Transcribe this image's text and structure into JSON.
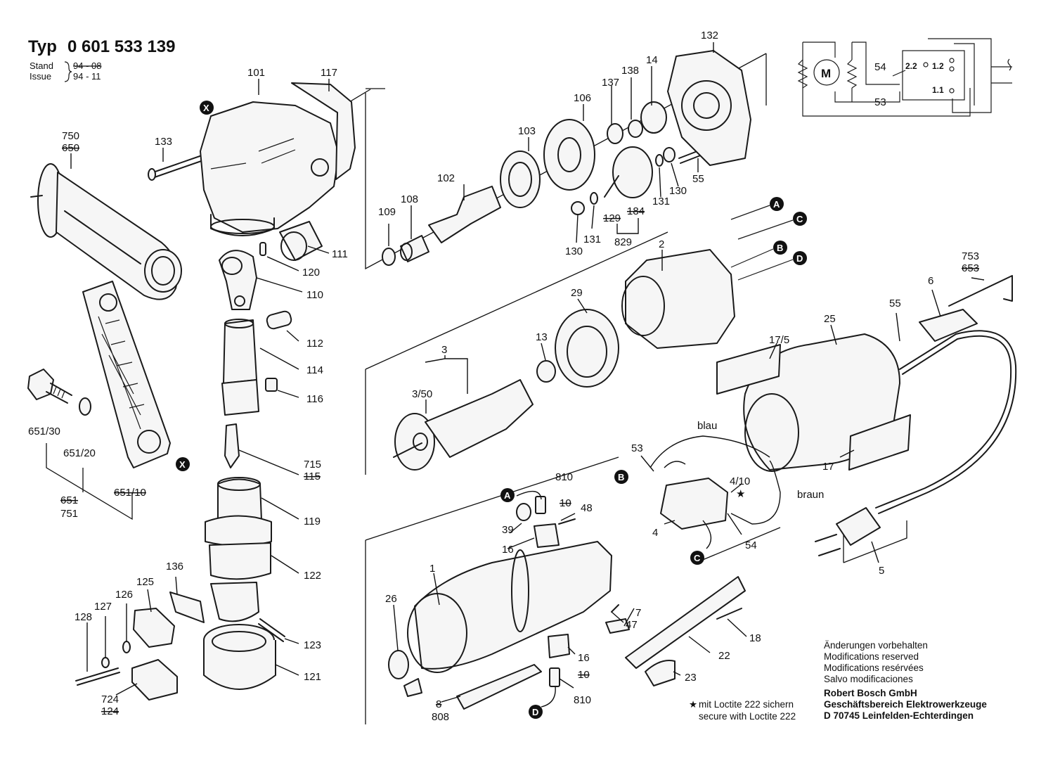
{
  "header": {
    "typ_label": "Typ",
    "part_number": "0 601 533 139",
    "stand_label": "Stand",
    "stand_value": "94 - 08",
    "issue_label": "Issue",
    "issue_value": "94 - 11"
  },
  "callouts": {
    "c101": "101",
    "c117": "117",
    "c133": "133",
    "c750": "750",
    "c650": "650",
    "c111": "111",
    "c120": "120",
    "c110": "110",
    "c112": "112",
    "c114": "114",
    "c116": "116",
    "c715": "715",
    "c115": "115",
    "c119": "119",
    "c122": "122",
    "c123": "123",
    "c121": "121",
    "c136": "136",
    "c125": "125",
    "c126": "126",
    "c127": "127",
    "c128": "128",
    "c724": "724",
    "c124": "124",
    "c651_30": "651/30",
    "c651_20": "651/20",
    "c651_10": "651/10",
    "c651": "651",
    "c751": "751",
    "c132": "132",
    "c14": "14",
    "c138": "138",
    "c137": "137",
    "c106": "106",
    "c103": "103",
    "c102": "102",
    "c108": "108",
    "c109": "109",
    "c55a": "55",
    "c130a": "130",
    "c131a": "131",
    "c129": "129",
    "c184": "184",
    "c829": "829",
    "c131b": "131",
    "c130b": "130",
    "c2": "2",
    "c29": "29",
    "c3": "3",
    "c3_50": "3/50",
    "c13": "13",
    "c753": "753",
    "c653": "653",
    "c6": "6",
    "c55b": "55",
    "c25": "25",
    "c17_5": "17/5",
    "c17": "17",
    "c53a": "53",
    "c4_10": "4/10",
    "c4": "4",
    "c54a": "54",
    "c810a": "810",
    "c10a": "10",
    "c48": "48",
    "c39": "39",
    "c16a": "16",
    "c1": "1",
    "c26": "26",
    "c16b": "16",
    "c7": "7",
    "c47": "47",
    "c18": "18",
    "c22": "22",
    "c23": "23",
    "c10b": "10",
    "c810b": "810",
    "c8": "8",
    "c808": "808",
    "c5": "5",
    "c54b": "54",
    "c53b": "53"
  },
  "wire_labels": {
    "blau": "blau",
    "braun": "braun"
  },
  "schematic": {
    "t2_2": "2.2",
    "t1_2": "1.2",
    "t1_1": "1.1",
    "motor": "M"
  },
  "markers": {
    "A": "A",
    "B": "B",
    "C": "C",
    "D": "D",
    "X": "X"
  },
  "footnote": {
    "star": "★",
    "line1": "mit Loctite 222 sichern",
    "line2": "secure with Loctite 222"
  },
  "notice": {
    "line1": "Änderungen vorbehalten",
    "line2": "Modifications reserved",
    "line3": "Modifications resérvées",
    "line4": "Salvo modificaciones"
  },
  "company": {
    "line1": "Robert Bosch GmbH",
    "line2": "Geschäftsbereich Elektrowerkzeuge",
    "line3": "D 70745 Leinfelden-Echterdingen"
  }
}
